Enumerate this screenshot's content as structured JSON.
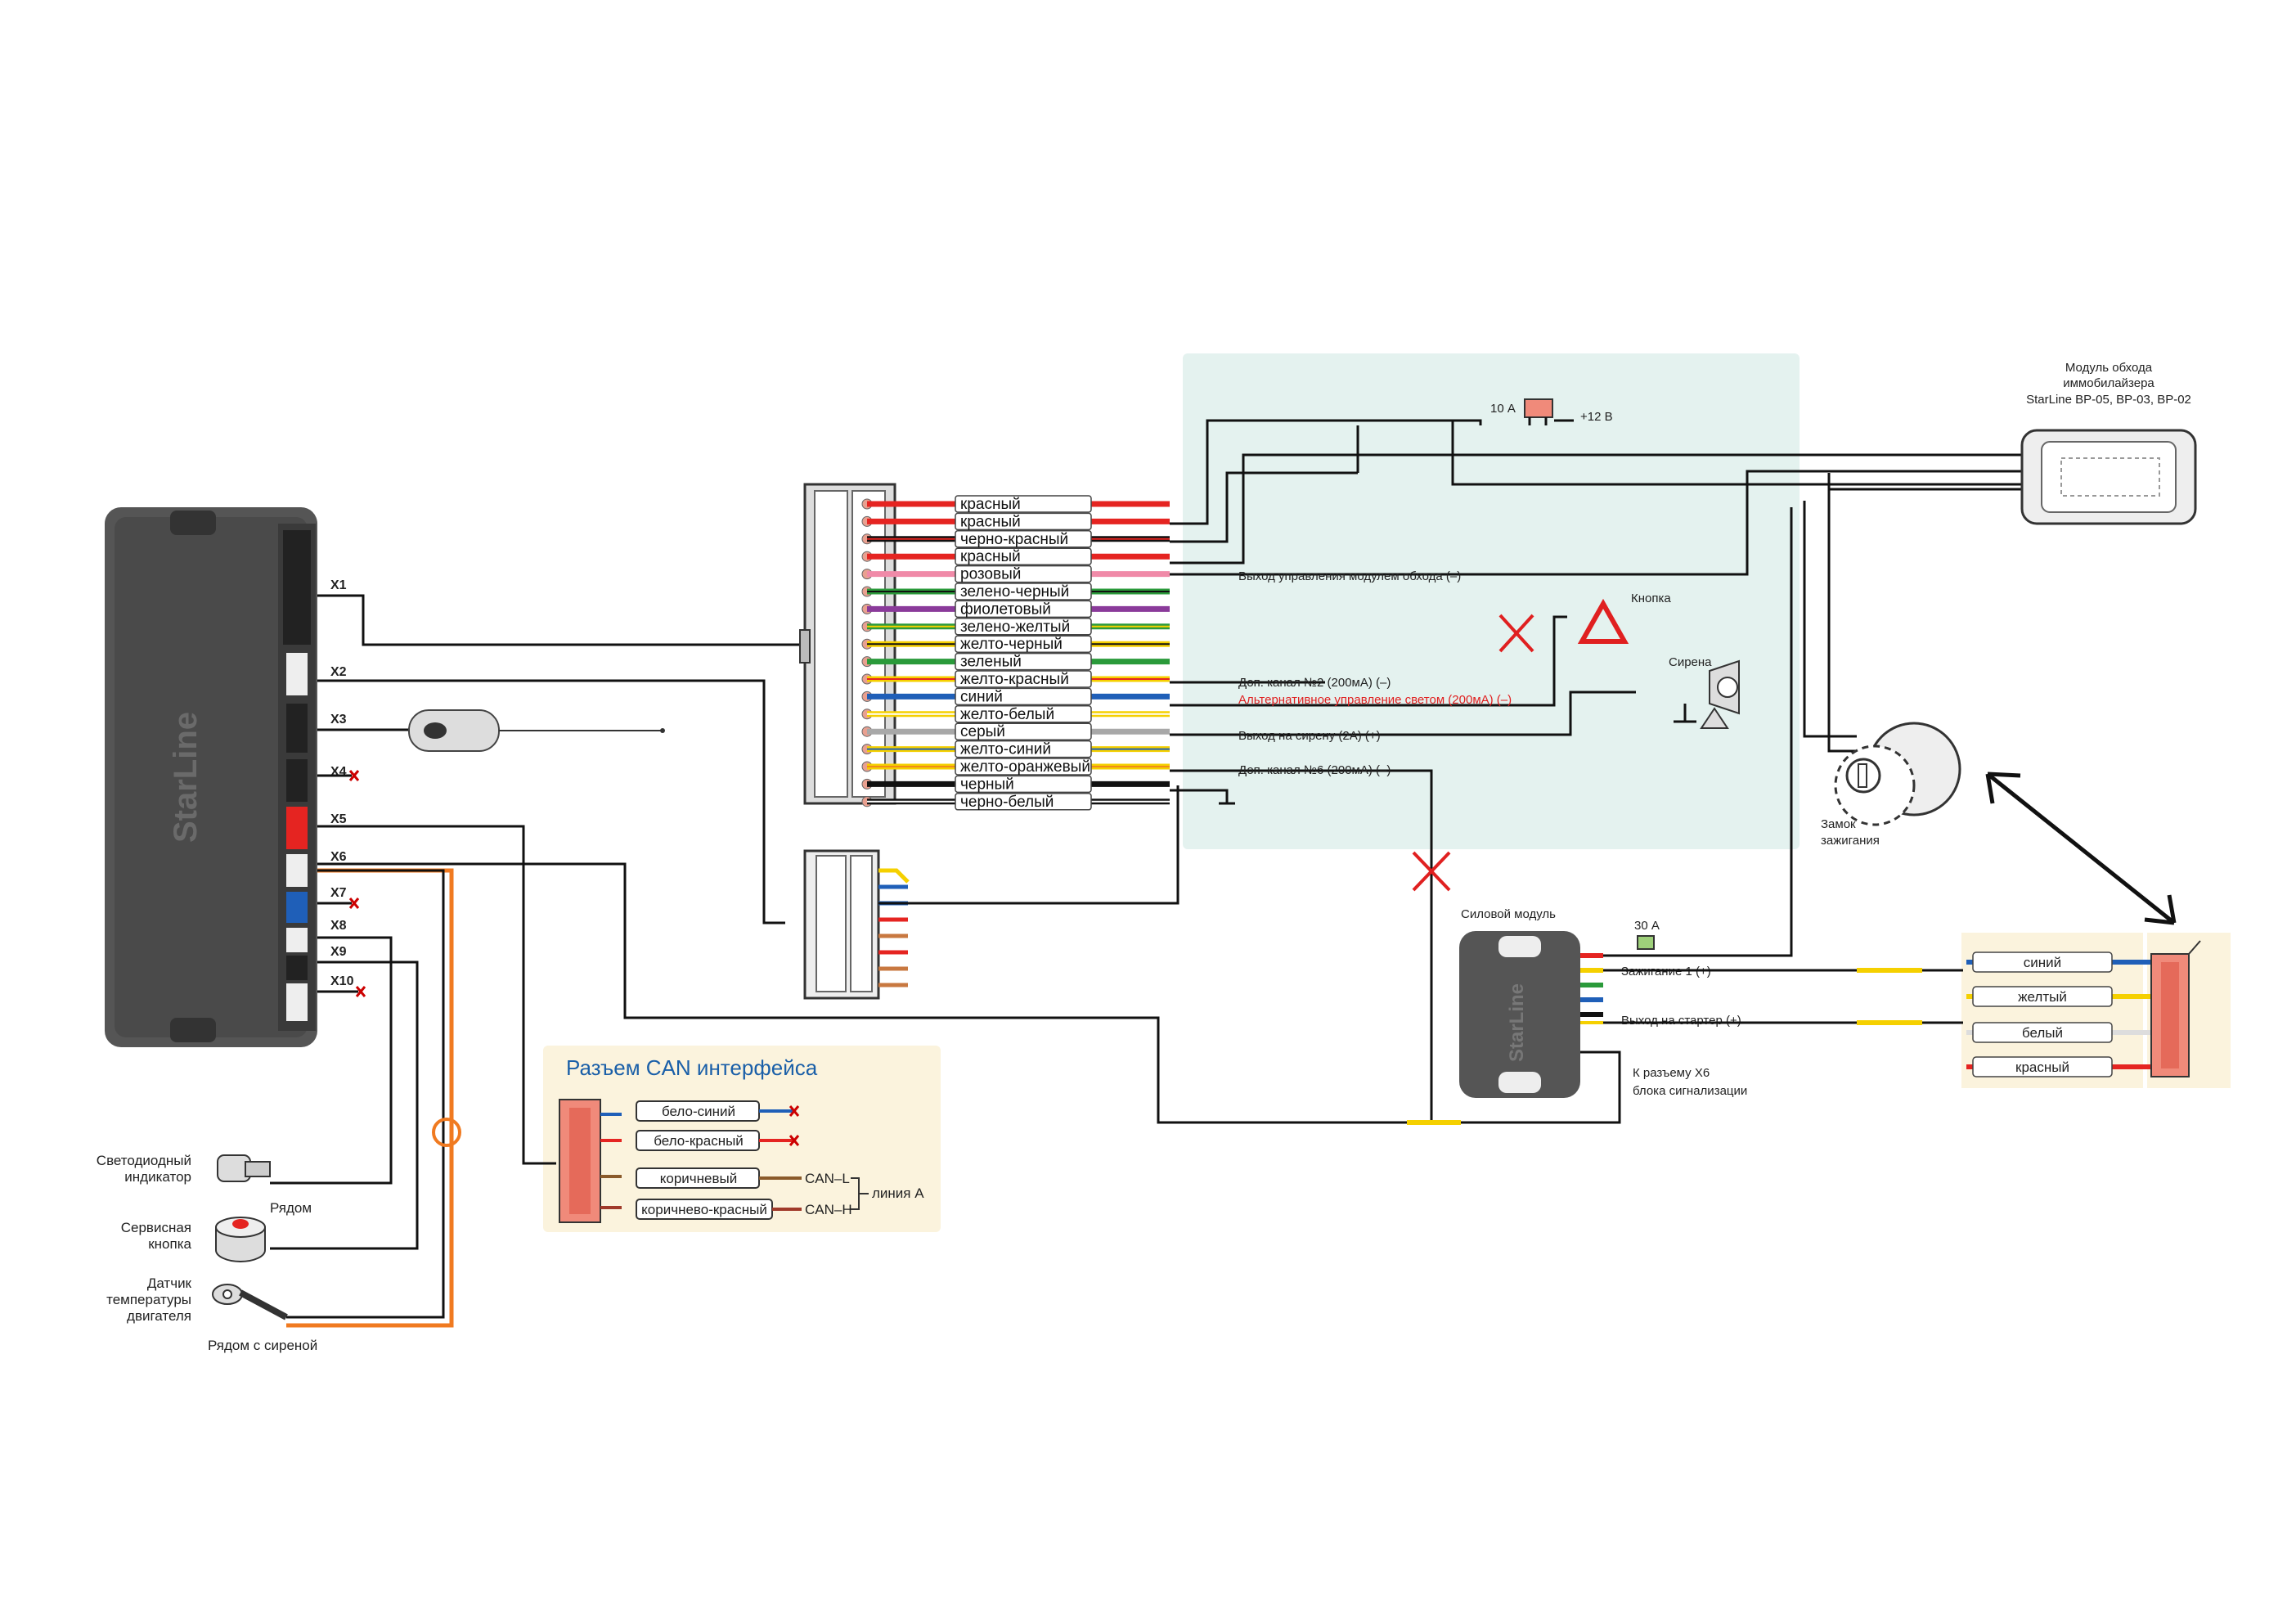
{
  "main_unit": {
    "brand": "StarLine"
  },
  "ports": [
    "X1",
    "X2",
    "X3",
    "X4",
    "X5",
    "X6",
    "X7",
    "X8",
    "X9",
    "X10"
  ],
  "x1_wires": [
    {
      "label": "красный",
      "color": "#e52421",
      "stripe": null
    },
    {
      "label": "красный",
      "color": "#e52421",
      "stripe": null
    },
    {
      "label": "черно-красный",
      "color": "#111111",
      "stripe": "#e52421"
    },
    {
      "label": "красный",
      "color": "#e52421",
      "stripe": null
    },
    {
      "label": "розовый",
      "color": "#f08aa8",
      "stripe": null
    },
    {
      "label": "зелено-черный",
      "color": "#2a9a3a",
      "stripe": "#111111"
    },
    {
      "label": "фиолетовый",
      "color": "#8a3a9a",
      "stripe": null
    },
    {
      "label": "зелено-желтый",
      "color": "#2a9a3a",
      "stripe": "#f5d000"
    },
    {
      "label": "желто-черный",
      "color": "#f5d000",
      "stripe": "#111111"
    },
    {
      "label": "зеленый",
      "color": "#2a9a3a",
      "stripe": null
    },
    {
      "label": "желто-красный",
      "color": "#f5d000",
      "stripe": "#e52421"
    },
    {
      "label": "синий",
      "color": "#1f5fb8",
      "stripe": null
    },
    {
      "label": "желто-белый",
      "color": "#f5d000",
      "stripe": "#ffffff"
    },
    {
      "label": "серый",
      "color": "#a8a8a8",
      "stripe": null
    },
    {
      "label": "желто-синий",
      "color": "#f5d000",
      "stripe": "#1f5fb8"
    },
    {
      "label": "желто-оранжевый",
      "color": "#f5d000",
      "stripe": "#f08a1a"
    },
    {
      "label": "черный",
      "color": "#111111",
      "stripe": null
    },
    {
      "label": "черно-белый",
      "color": "#111111",
      "stripe": "#ffffff"
    }
  ],
  "annotations": {
    "fuse10": "10 А",
    "plus12": "+12 В",
    "bypass_out": "Выход управления модулем обхода (–)",
    "button": "Кнопка",
    "aux2": "Доп. канал №2 (200мА) (–)",
    "alt_light": "Альтернативное управление светом (200мА) (–)",
    "siren": "Сирена",
    "siren_out": "Выход на сирену (2А) (+)",
    "aux6": "Доп. канал №6 (200мА) (–)"
  },
  "bypass_module": {
    "line1": "Модуль обхода",
    "line2": "иммобилайзера",
    "line3": "StarLine BP-05, BP-03, BP-02"
  },
  "ignition_lock": {
    "line1": "Замок",
    "line2": "зажигания"
  },
  "power_module": {
    "title": "Силовой модуль",
    "fuse30": "30 А",
    "ign1": "Зажигание 1 (+)",
    "starter": "Выход на стартер (+)",
    "x6_line1": "К разъему Х6",
    "x6_line2": "блока сигнализации"
  },
  "ign_wires": [
    {
      "label": "синий",
      "color": "#1f5fb8"
    },
    {
      "label": "желтый",
      "color": "#f5d000"
    },
    {
      "label": "белый",
      "color": "#dddddd"
    },
    {
      "label": "красный",
      "color": "#e52421"
    }
  ],
  "can": {
    "title": "Разъем CAN интерфейса",
    "wires": [
      "бело-синий",
      "бело-красный",
      "коричневый",
      "коричнево-красный"
    ],
    "can_l": "CAN–L",
    "can_h": "CAN–H",
    "line_a": "линия А"
  },
  "sensors": {
    "led1": "Светодиодный",
    "led2": "индикатор",
    "near": "Рядом",
    "svc1": "Сервисная",
    "svc2": "кнопка",
    "temp1": "Датчик",
    "temp2": "температуры",
    "temp3": "двигателя",
    "near_siren": "Рядом с сиреной"
  },
  "colors": {
    "accent_blue": "#1a5fa8",
    "panel_teal": "#e4f2ef",
    "panel_cream": "#fbf3dd",
    "warning_red": "#e02020"
  }
}
